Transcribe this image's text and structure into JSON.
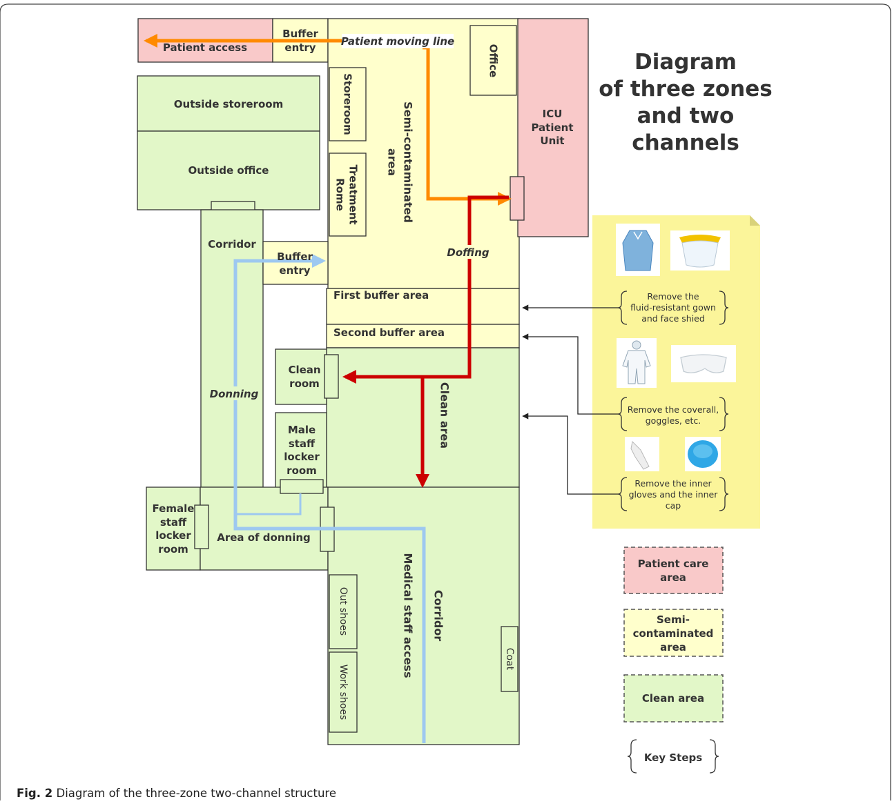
{
  "title": {
    "line1": "Diagram",
    "line2": "of three zones",
    "line3": "and two",
    "line4": "channels"
  },
  "zones": {
    "patient_access": "Patient access",
    "buffer_entry_top": [
      "Buffer",
      "entry"
    ],
    "patient_moving_line": "Patient moving line",
    "office": "Office",
    "icu": [
      "ICU",
      "Patient",
      "Unit"
    ],
    "outside_storeroom": "Outside storeroom",
    "outside_office": "Outside office",
    "storeroom": "Storeroom",
    "treatment": [
      "Treatment",
      "Rome"
    ],
    "semi_contaminated": [
      "Semi-contaminated",
      "area"
    ],
    "corridor_left": "Corridor",
    "buffer_entry_mid": [
      "Buffer",
      "entry"
    ],
    "doffing": "Doffing",
    "first_buffer": "First buffer area",
    "second_buffer": "Second buffer area",
    "clean_room": [
      "Clean",
      "room"
    ],
    "clean_area": "Clean area",
    "donning": "Donning",
    "male_locker": [
      "Male",
      "staff",
      "locker",
      "room"
    ],
    "female_locker": [
      "Female",
      "staff",
      "locker",
      "room"
    ],
    "area_of_donning": "Area of donning",
    "out_shoes": "Out shoes",
    "work_shoes": "Work shoes",
    "medical_staff_access": "Medical staff access",
    "corridor_bottom": "Corridor",
    "coat": "Coat"
  },
  "steps": [
    [
      "Remove the",
      "fluid-resistant gown",
      "and face shied"
    ],
    [
      "Remove the coverall,",
      "goggles, etc."
    ],
    [
      "Remove the inner",
      "gloves and the inner",
      "cap"
    ]
  ],
  "legend": {
    "patient_care": [
      "Patient care",
      "area"
    ],
    "semi_contaminated": [
      "Semi-",
      "contaminated",
      "area"
    ],
    "clean": "Clean area",
    "key_steps": "Key Steps"
  },
  "colors": {
    "patient_care": "#f9c9c9",
    "semi": "#ffffcc",
    "clean": "#e2f7c8",
    "orange": "#ff8a00",
    "red": "#cc0000",
    "blue": "#9dc8f0",
    "note": "#fbf59a"
  },
  "caption": {
    "label": "Fig. 2",
    "text": "Diagram of the three-zone two-channel structure"
  }
}
